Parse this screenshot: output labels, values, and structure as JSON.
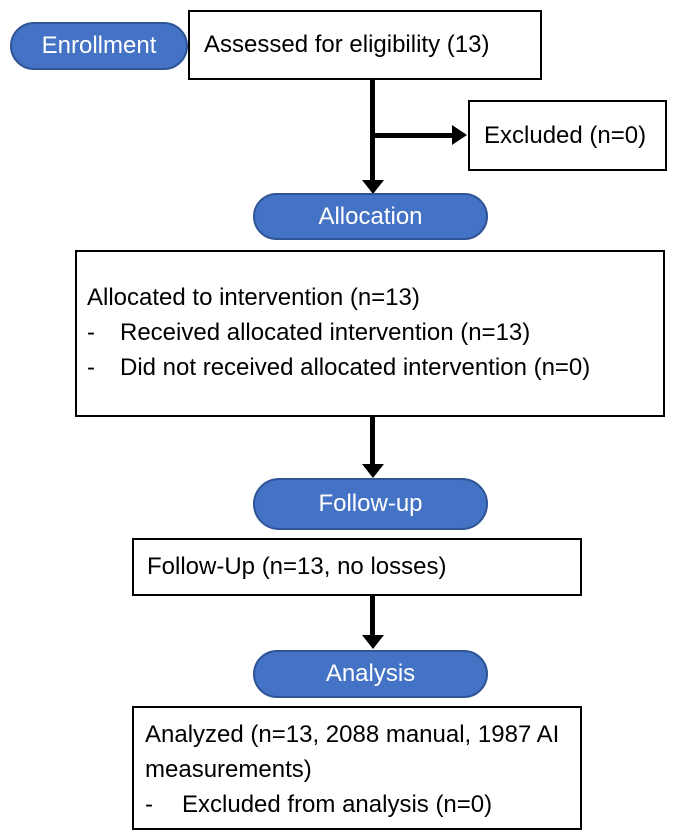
{
  "diagram": {
    "type": "consort-flowchart",
    "bullet_marker": "-",
    "stages": [
      {
        "label": "Enrollment"
      },
      {
        "label": "Allocation"
      },
      {
        "label": "Follow-up"
      },
      {
        "label": "Analysis"
      }
    ],
    "boxes": {
      "assessed": {
        "text": "Assessed for eligibility (13)"
      },
      "excluded": {
        "text": "Excluded (n=0)"
      },
      "allocated": {
        "title": "Allocated to intervention (n=13)",
        "bullets": [
          "Received allocated intervention (n=13)",
          "Did not received allocated intervention (n=0)"
        ]
      },
      "followup": {
        "text": "Follow-Up (n=13, no losses)"
      },
      "analyzed": {
        "title": "Analyzed (n=13, 2088 manual, 1987 AI measurements)",
        "bullets": [
          "Excluded from analysis (n=0)"
        ]
      }
    },
    "colors": {
      "pill_fill": "#4472C4",
      "pill_border": "#2F5597",
      "pill_text": "#FFFFFF",
      "box_border": "#000000",
      "box_fill": "#FFFFFF",
      "arrow": "#000000",
      "text": "#000000",
      "background": "#FFFFFF"
    }
  }
}
